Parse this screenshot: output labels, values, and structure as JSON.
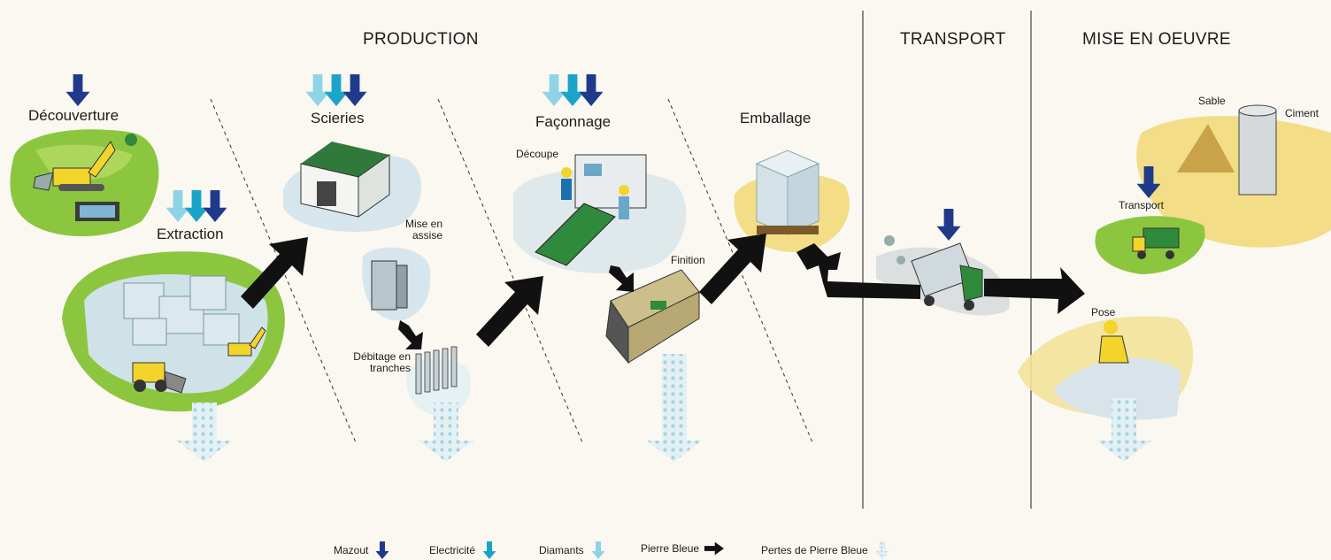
{
  "phases": {
    "production": "PRODUCTION",
    "transport": "TRANSPORT",
    "mise_en_oeuvre": "MISE EN OEUVRE"
  },
  "steps": {
    "decouverture": "Découverture",
    "extraction": "Extraction",
    "scieries": "Scieries",
    "mise_en_assise": "Mise en assise",
    "debitage": "Débitage en tranches",
    "faconnage": "Façonnage",
    "decoupe": "Découpe",
    "finition": "Finition",
    "emballage": "Emballage",
    "sable": "Sable",
    "ciment": "Ciment",
    "transport": "Transport",
    "pose": "Pose"
  },
  "legend": [
    {
      "label": "Mazout",
      "icon": "mazout-arrow-icon",
      "color": "#1f3a8a"
    },
    {
      "label": "Electricité",
      "icon": "electricite-arrow-icon",
      "color": "#1aa5c8"
    },
    {
      "label": "Diamants",
      "icon": "diamants-arrow-icon",
      "color": "#8fd3e6"
    },
    {
      "label": "Pierre Bleue",
      "icon": "pierre-bleue-arrow-icon",
      "color": "#111111"
    },
    {
      "label": "Pertes de Pierre Bleue",
      "icon": "pertes-arrow-icon",
      "color": "#cfe6ee"
    }
  ]
}
